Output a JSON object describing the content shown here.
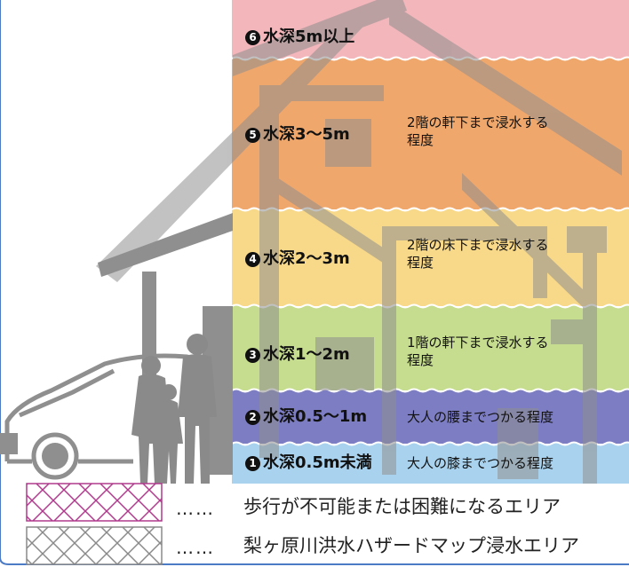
{
  "levels": [
    {
      "num": "6",
      "title": "水深5m以上",
      "desc1": "",
      "desc2": "",
      "color": "#f3b6bb"
    },
    {
      "num": "5",
      "title": "水深3〜5m",
      "desc1": "2階の軒下まで浸水する",
      "desc2": "程度",
      "color": "#f0a76c"
    },
    {
      "num": "4",
      "title": "水深2〜3m",
      "desc1": "2階の床下まで浸水する",
      "desc2": "程度",
      "color": "#f8d98a"
    },
    {
      "num": "3",
      "title": "水深1〜2m",
      "desc1": "1階の軒下まで浸水する",
      "desc2": "程度",
      "color": "#c6dc8e"
    },
    {
      "num": "2",
      "title": "水深0.5〜1m",
      "desc1": "大人の腰までつかる程度",
      "desc2": "",
      "color": "#7d7dc3"
    },
    {
      "num": "1",
      "title": "水深0.5m未満",
      "desc1": "大人の膝までつかる程度",
      "desc2": "",
      "color": "#a9d2ee"
    }
  ],
  "legend": [
    {
      "dots": "……",
      "label": "歩行が不可能または困難になるエリア",
      "color": "#b03a8e"
    },
    {
      "dots": "……",
      "label": "梨ヶ原川洪水ハザードマップ浸水エリア",
      "color": "#8a8a8a"
    }
  ],
  "colors": {
    "silhouette": "#8f8f8f",
    "frame": "#4a7bc4"
  }
}
